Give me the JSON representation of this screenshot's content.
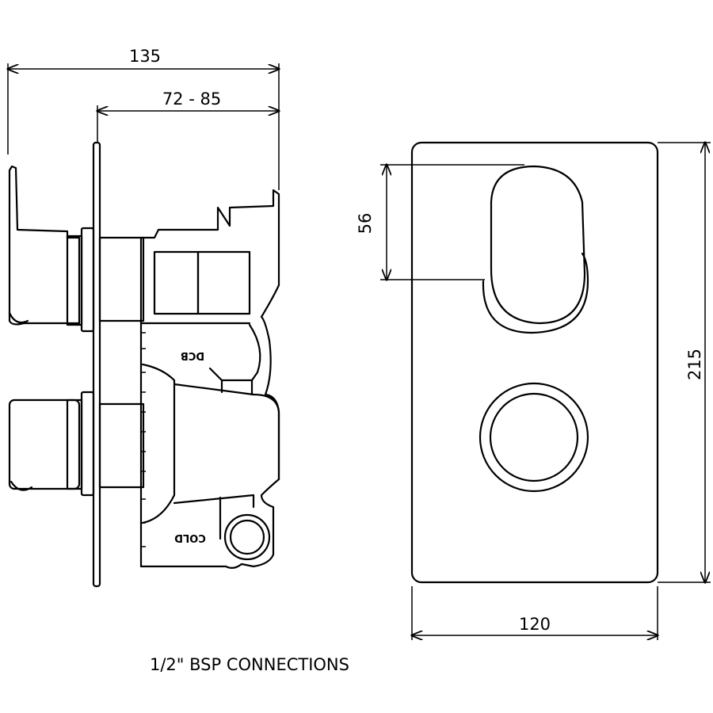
{
  "dimensions": {
    "overall_depth": "135",
    "wall_depth_range": "72 - 85",
    "handle_height": "56",
    "plate_height": "215",
    "plate_width": "120"
  },
  "labels": {
    "port_diverter": "DCB",
    "port_cold": "COLD",
    "connections_note": "1/2\" BSP CONNECTIONS"
  }
}
